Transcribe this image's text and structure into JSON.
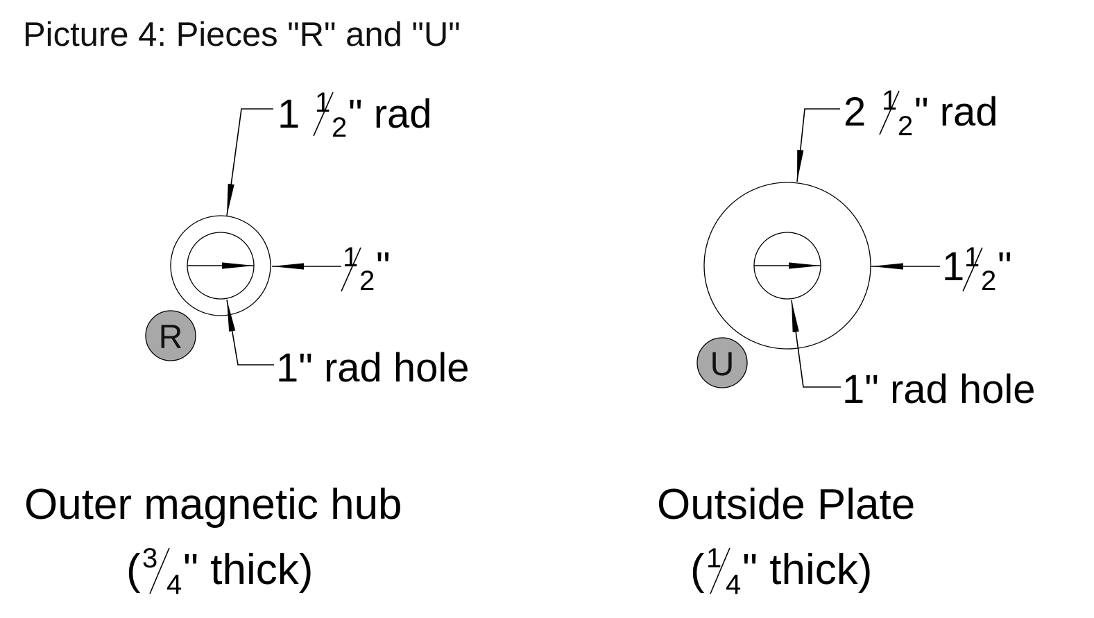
{
  "title": "Picture 4: Pieces \"R\" and \"U\"",
  "piece_r": {
    "badge": "R",
    "outer_label_whole": "1",
    "outer_label_num": "1",
    "outer_label_den": "2",
    "outer_label_suffix": "\" rad",
    "width_label_num": "1",
    "width_label_den": "2",
    "width_label_suffix": "\"",
    "hole_label": "1\" rad hole",
    "name": "Outer magnetic hub",
    "thickness_open": "(",
    "thickness_num": "3",
    "thickness_den": "4",
    "thickness_suffix": "\" thick)"
  },
  "piece_u": {
    "badge": "U",
    "outer_label_whole": "2",
    "outer_label_num": "1",
    "outer_label_den": "2",
    "outer_label_suffix": "\" rad",
    "width_label_whole": "1",
    "width_label_num": "1",
    "width_label_den": "2",
    "width_label_suffix": "\"",
    "hole_label": "1\" rad hole",
    "name": "Outside Plate",
    "thickness_open": "(",
    "thickness_num": "1",
    "thickness_den": "4",
    "thickness_suffix": "\" thick)"
  }
}
